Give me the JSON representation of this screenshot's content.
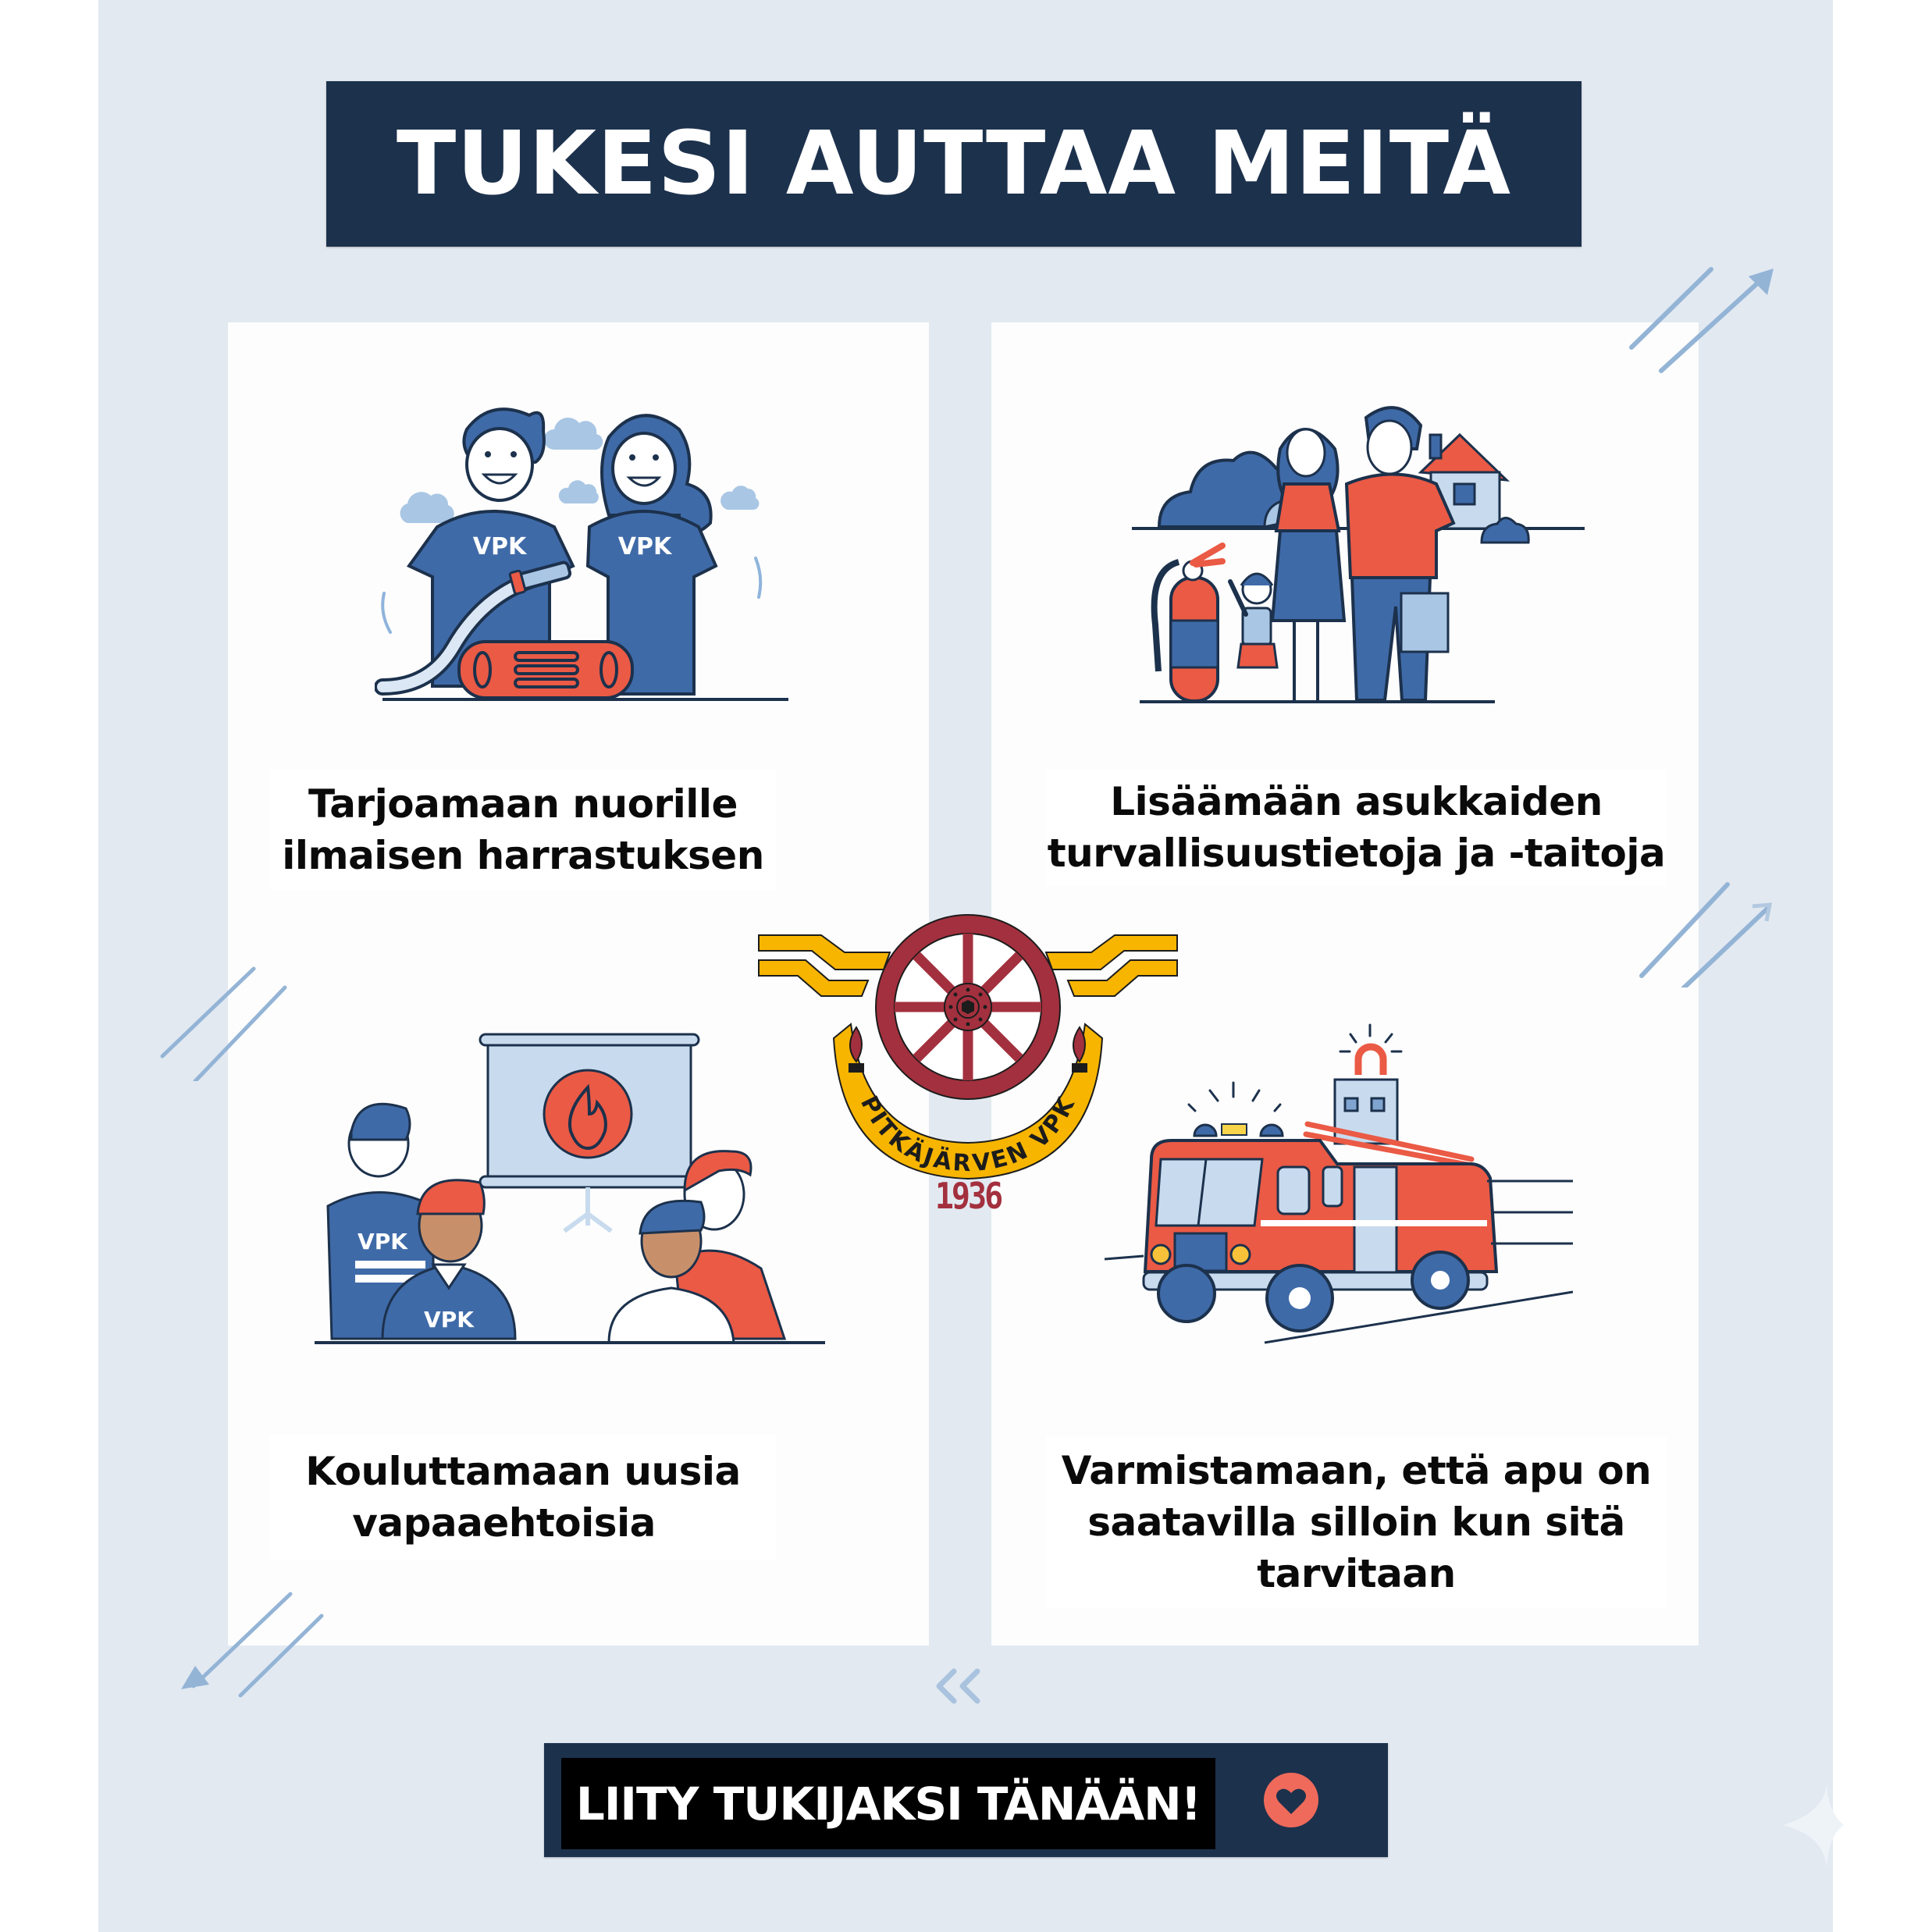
{
  "title": "TUKESI AUTTAA MEITÄ",
  "cards": [
    {
      "caption": "Tarjoamaan nuorille ilmaisen harrastuksen",
      "lines": [
        "Tarjoamaan nuorille",
        "ilmaisen harrastuksen"
      ],
      "illustration": "two-youth-volunteers-with-fire-hose",
      "shirt_labels": [
        "VPK",
        "VPK"
      ]
    },
    {
      "caption": "Lisäämään asukkaiden turvallisuustietoja ja -taitoja",
      "lines": [
        "Lisäämään asukkaiden",
        "turvallisuustietoja ja -taitoja"
      ],
      "illustration": "family-with-fire-extinguisher-and-house"
    },
    {
      "caption": "Kouluttamaan uusia vapaaehtoisia",
      "lines": [
        "Kouluttamaan uusia",
        "vapaaehtoisia"
      ],
      "illustration": "training-group-with-fire-presentation",
      "shirt_labels": [
        "VPK",
        "VPK"
      ]
    },
    {
      "caption": "Varmistamaan, että apu on saatavilla silloin kun sitä tarvitaan",
      "lines": [
        "Varmistamaan, että apu on",
        "saatavilla silloin kun sitä",
        "tarvitaan"
      ],
      "illustration": "fire-truck-driving"
    }
  ],
  "emblem": {
    "ribbon_text": "PITKÄJÄRVEN VPK",
    "year": "1936",
    "icon": "spoked-wheel-with-wings"
  },
  "cta": {
    "label": "LIITY TUKIJAKSI TÄNÄÄN!",
    "icon": "heart-icon"
  },
  "colors": {
    "navy": "#1c314c",
    "frame_bg": "#e2e9f1",
    "card_bg": "#fdfdfd",
    "accent_blue": "#3f6aa8",
    "accent_red": "#ea5a45",
    "emblem_yellow": "#f7b500",
    "emblem_maroon": "#a3303e",
    "heart_coral": "#ef6a5b",
    "deco_blue": "#94b4d6"
  }
}
